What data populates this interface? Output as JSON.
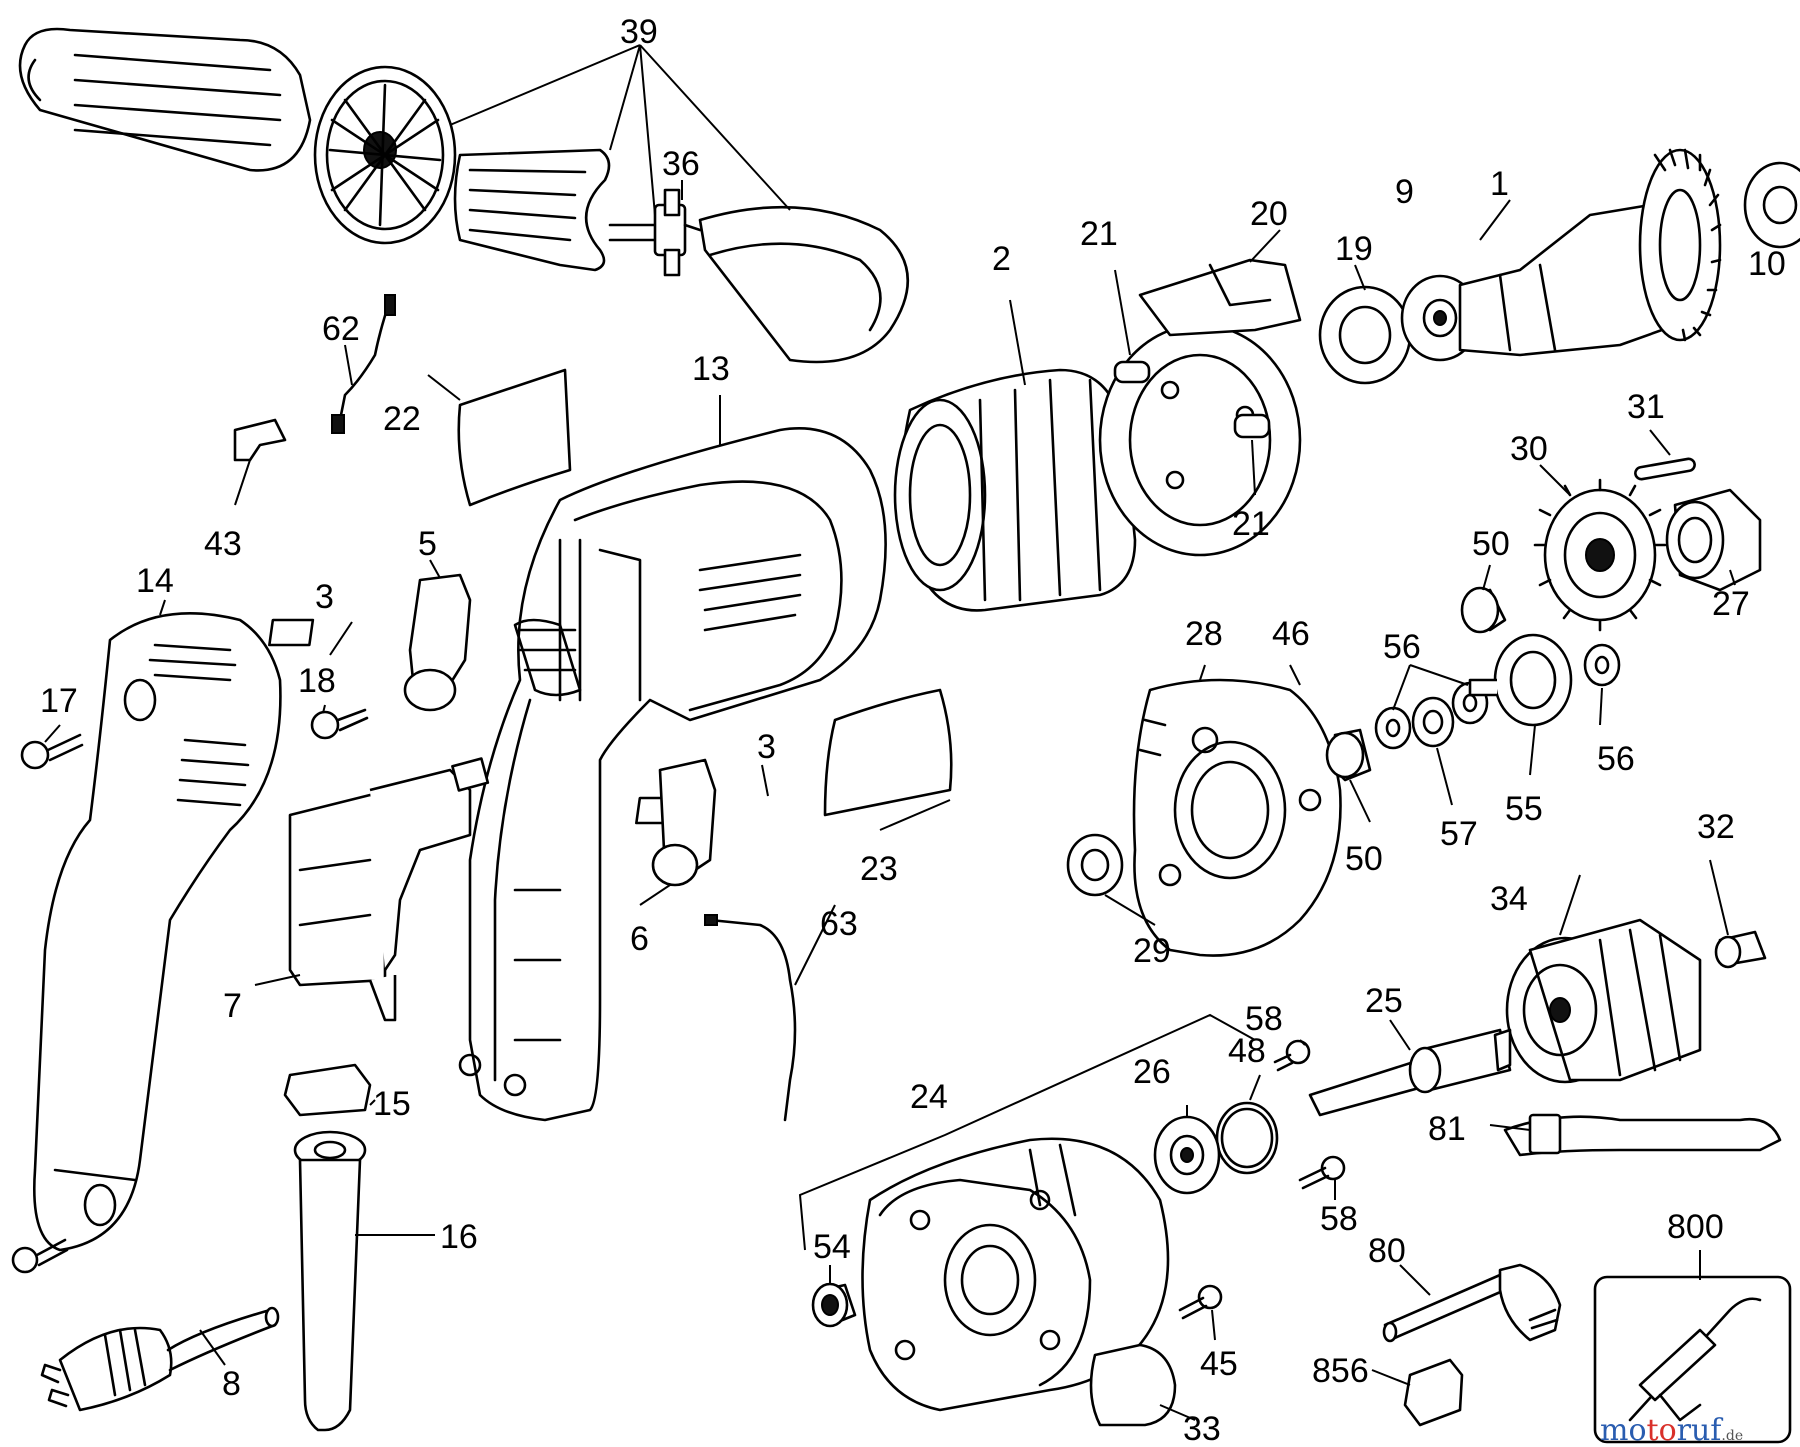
{
  "diagram": {
    "labels": {
      "l39": "39",
      "l36": "36",
      "l1": "1",
      "l9": "9",
      "l10": "10",
      "l20": "20",
      "l19": "19",
      "l21a": "21",
      "l21b": "21",
      "l2": "2",
      "l62": "62",
      "l13": "13",
      "l22": "22",
      "l31": "31",
      "l30": "30",
      "l43": "43",
      "l5": "5",
      "l50a": "50",
      "l27": "27",
      "l14": "14",
      "l3a": "3",
      "l28": "28",
      "l46": "46",
      "l56a": "56",
      "l18": "18",
      "l17": "17",
      "l3b": "3",
      "l56b": "56",
      "l55": "55",
      "l57": "57",
      "l50b": "50",
      "l23": "23",
      "l6": "6",
      "l7": "7",
      "l63": "63",
      "l29": "29",
      "l32": "32",
      "l34": "34",
      "l58a": "58",
      "l25": "25",
      "l48": "48",
      "l26": "26",
      "l24": "24",
      "l15": "15",
      "l81": "81",
      "l16": "16",
      "l58b": "58",
      "l800": "800",
      "l54": "54",
      "l80": "80",
      "l8": "8",
      "l45": "45",
      "l856": "856",
      "l33": "33"
    },
    "watermark": {
      "part1": "mo",
      "part2": "to",
      "part3": "ruf",
      "suffix": ".de",
      "colors": [
        "#2a5db0",
        "#d9312b",
        "#2a5db0"
      ]
    }
  }
}
